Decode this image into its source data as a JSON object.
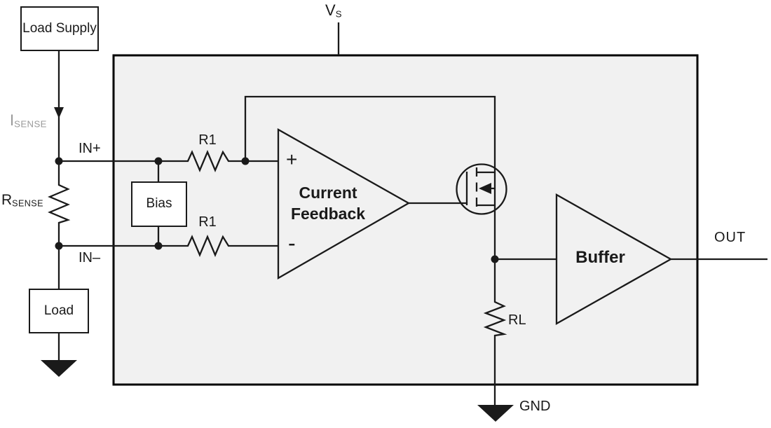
{
  "colors": {
    "bg": "#ffffff",
    "ic_fill": "#f1f1f1",
    "line": "#1a1a1a",
    "sense_gray": "#9a9a9a",
    "comp_fill": "#ffffff"
  },
  "blocks": {
    "load_supply": "Load Supply",
    "load": "Load",
    "bias": "Bias",
    "current_feedback_amp": "Current Feedback",
    "buffer_amp": "Buffer"
  },
  "pins": {
    "vs": {
      "main": "V",
      "sub": "S"
    },
    "in_plus": "IN+",
    "in_minus": "IN–",
    "out": "OUT",
    "gnd": "GND"
  },
  "components": {
    "i_sense": {
      "main": "I",
      "sub": "SENSE"
    },
    "r_sense": {
      "main": "R",
      "sub": "SENSE"
    },
    "r1_top": "R1",
    "r1_bottom": "R1",
    "rl": "RL"
  },
  "amp_inputs": {
    "plus": "+",
    "minus": "-"
  }
}
